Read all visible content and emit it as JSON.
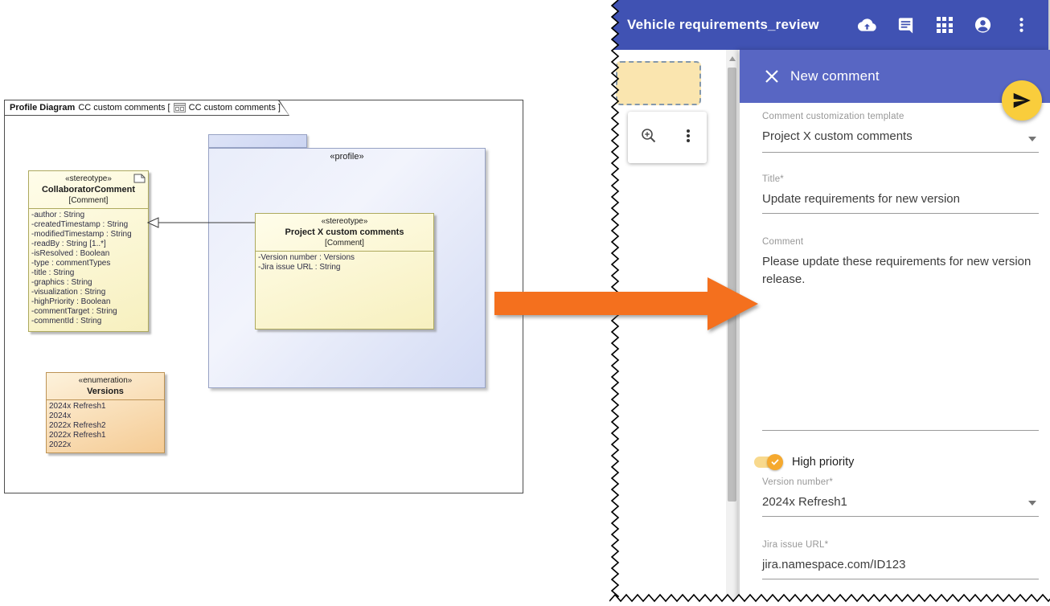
{
  "diagram": {
    "frame": {
      "kind_label": "Profile Diagram",
      "name_label": "CC custom comments [",
      "ref_label": "CC custom comments ]"
    },
    "profile_package": {
      "stereotype": "«profile»"
    },
    "collaborator_comment": {
      "stereotype": "«stereotype»",
      "name": "CollaboratorComment",
      "metaclass": "[Comment]",
      "attributes": [
        "-author : String",
        "-createdTimestamp : String",
        "-modifiedTimestamp : String",
        "-readBy : String [1..*]",
        "-isResolved : Boolean",
        "-type : commentTypes",
        "-title : String",
        "-graphics : String",
        "-visualization : String",
        "-highPriority : Boolean",
        "-commentTarget : String",
        "-commentId : String"
      ]
    },
    "project_x_comments": {
      "stereotype": "«stereotype»",
      "name": "Project X custom comments",
      "metaclass": "[Comment]",
      "attributes": [
        "-Version number : Versions",
        "-Jira issue URL : String"
      ]
    },
    "versions_enum": {
      "stereotype": "«enumeration»",
      "name": "Versions",
      "literals": [
        "2024x Refresh1",
        "2024x",
        "2022x Refresh2",
        "2022x Refresh1",
        "2022x"
      ]
    }
  },
  "app": {
    "header": {
      "title": "Vehicle requirements_review"
    },
    "panel": {
      "title": "New comment",
      "fields": {
        "template": {
          "label": "Comment customization template",
          "value": "Project X custom comments"
        },
        "title": {
          "label": "Title*",
          "value": "Update requirements for new version"
        },
        "comment": {
          "label": "Comment",
          "value": "Please update these requirements for new version release."
        },
        "high_priority": {
          "label": "High priority",
          "state": "on"
        },
        "version": {
          "label": "Version number*",
          "value": "2024x Refresh1"
        },
        "jira": {
          "label": "Jira issue URL*",
          "value": "jira.namespace.com/ID123"
        }
      }
    },
    "colors": {
      "appbar": "#4052b3",
      "panel_header": "#5866c3",
      "fab": "#f9cd3c",
      "toggle": "#f5a92f",
      "arrow": "#f4701e"
    }
  }
}
